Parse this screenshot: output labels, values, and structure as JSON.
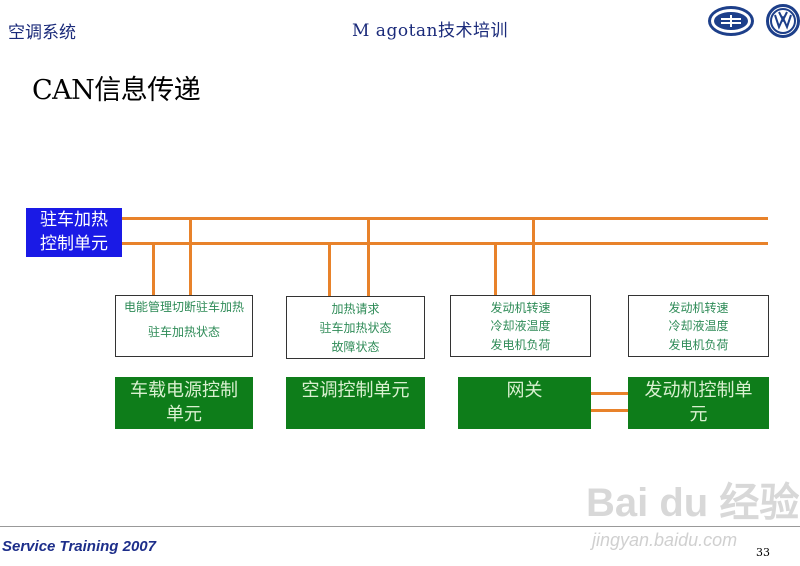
{
  "header": {
    "left_text": "空调系统",
    "center_text": "M agotan技术培训"
  },
  "title": "CAN信息传递",
  "park_heater": {
    "label_line1": "驻车加热",
    "label_line2": "控制单元",
    "color": "#1a1ae6"
  },
  "bus_color": "#e8822a",
  "ecu_color": "#0e7d1a",
  "signal_boxes": [
    {
      "lines": [
        "电能管理切断驻车加热",
        "驻车加热状态"
      ]
    },
    {
      "lines": [
        "加热请求",
        "驻车加热状态",
        "故障状态"
      ]
    },
    {
      "lines": [
        "发动机转速",
        "冷却液温度",
        "发电机负荷"
      ]
    },
    {
      "lines": [
        "发动机转速",
        "冷却液温度",
        "发电机负荷"
      ]
    }
  ],
  "control_units": [
    {
      "line1": "车载电源控制",
      "line2": "单元"
    },
    {
      "line1": "空调控制单元",
      "line2": ""
    },
    {
      "line1": "网关",
      "line2": ""
    },
    {
      "line1": "发动机控制单",
      "line2": "元"
    }
  ],
  "footer": {
    "text": "Service Training 2007",
    "page_number": "33"
  },
  "watermark": {
    "logo_text": "Bai du 经验",
    "url": "jingyan.baidu.com"
  }
}
